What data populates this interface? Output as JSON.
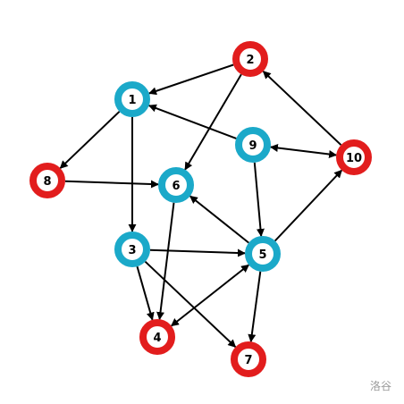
{
  "colors": {
    "red": "#e21d1d",
    "blue": "#1ba9c9",
    "edge": "#000000",
    "watermark": "#999999"
  },
  "nodes": [
    {
      "id": "1",
      "label": "1",
      "color": "blue"
    },
    {
      "id": "2",
      "label": "2",
      "color": "red"
    },
    {
      "id": "3",
      "label": "3",
      "color": "blue"
    },
    {
      "id": "4",
      "label": "4",
      "color": "red"
    },
    {
      "id": "5",
      "label": "5",
      "color": "blue"
    },
    {
      "id": "6",
      "label": "6",
      "color": "blue"
    },
    {
      "id": "7",
      "label": "7",
      "color": "red"
    },
    {
      "id": "8",
      "label": "8",
      "color": "red"
    },
    {
      "id": "9",
      "label": "9",
      "color": "blue"
    },
    {
      "id": "10",
      "label": "10",
      "color": "red"
    }
  ],
  "edges": [
    {
      "from": "2",
      "to": "1"
    },
    {
      "from": "2",
      "to": "6"
    },
    {
      "from": "1",
      "to": "8"
    },
    {
      "from": "1",
      "to": "3"
    },
    {
      "from": "9",
      "to": "1"
    },
    {
      "from": "9",
      "to": "5"
    },
    {
      "from": "9",
      "to": "10",
      "bidirectional": true
    },
    {
      "from": "10",
      "to": "2"
    },
    {
      "from": "8",
      "to": "6"
    },
    {
      "from": "6",
      "to": "4"
    },
    {
      "from": "5",
      "to": "6"
    },
    {
      "from": "5",
      "to": "10"
    },
    {
      "from": "3",
      "to": "5"
    },
    {
      "from": "3",
      "to": "4"
    },
    {
      "from": "3",
      "to": "7"
    },
    {
      "from": "5",
      "to": "4",
      "bidirectional": true
    },
    {
      "from": "5",
      "to": "7"
    }
  ],
  "watermark": "洛谷"
}
